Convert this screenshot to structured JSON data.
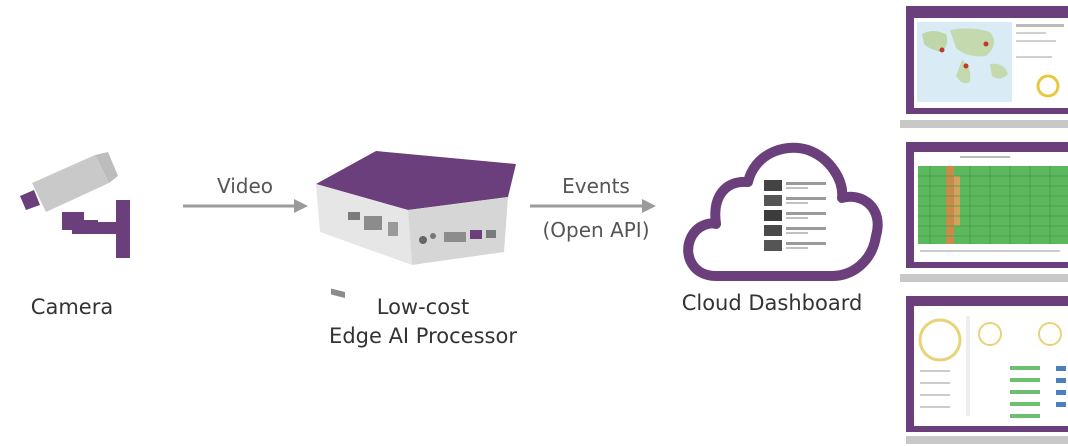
{
  "nodes": {
    "camera": {
      "label": "Camera"
    },
    "processor": {
      "label_line1": "Low-cost",
      "label_line2": "Edge AI Processor"
    },
    "cloud": {
      "label": "Cloud Dashboard"
    }
  },
  "edges": {
    "video": {
      "label": "Video"
    },
    "events": {
      "label_line1": "Events",
      "label_line2": "(Open API)"
    }
  },
  "colors": {
    "brand_purple": "#6b3f7c",
    "camera_gray": "#c9c9c9",
    "arrow_gray": "#9b9b9b",
    "laptop_base": "#c8c8c8",
    "heatmap_green": "#5cb85c"
  }
}
